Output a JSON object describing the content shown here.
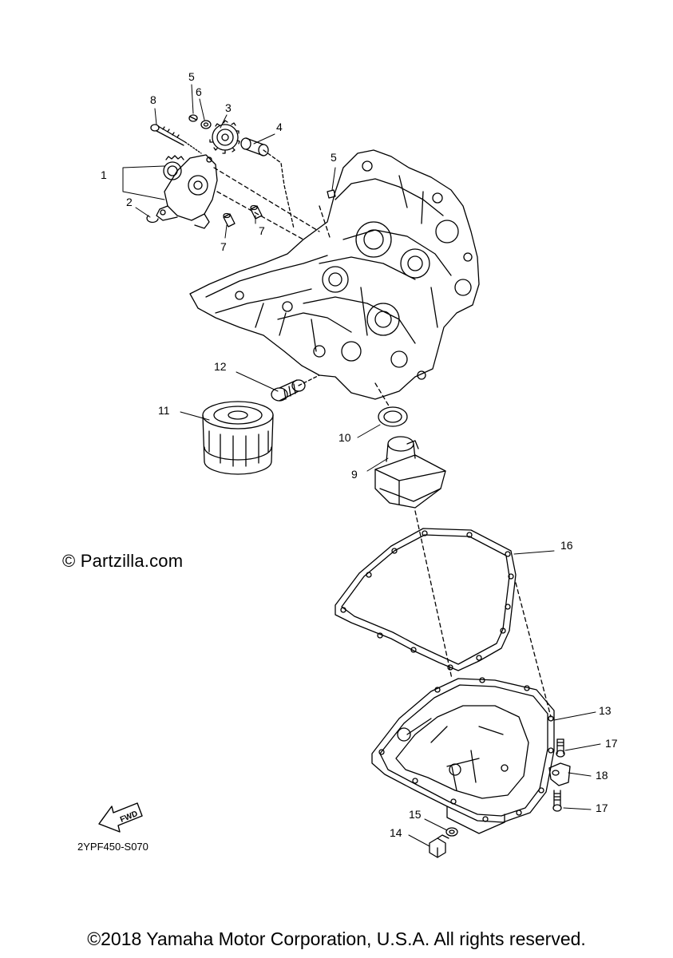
{
  "callouts": [
    {
      "id": "c1",
      "text": "1"
    },
    {
      "id": "c2",
      "text": "2"
    },
    {
      "id": "c3",
      "text": "3"
    },
    {
      "id": "c4",
      "text": "4"
    },
    {
      "id": "c5a",
      "text": "5"
    },
    {
      "id": "c5b",
      "text": "5"
    },
    {
      "id": "c6",
      "text": "6"
    },
    {
      "id": "c7a",
      "text": "7"
    },
    {
      "id": "c7b",
      "text": "7"
    },
    {
      "id": "c8",
      "text": "8"
    },
    {
      "id": "c9",
      "text": "9"
    },
    {
      "id": "c10",
      "text": "10"
    },
    {
      "id": "c11",
      "text": "11"
    },
    {
      "id": "c12",
      "text": "12"
    },
    {
      "id": "c13",
      "text": "13"
    },
    {
      "id": "c14",
      "text": "14"
    },
    {
      "id": "c15",
      "text": "15"
    },
    {
      "id": "c16",
      "text": "16"
    },
    {
      "id": "c17a",
      "text": "17"
    },
    {
      "id": "c17b",
      "text": "17"
    },
    {
      "id": "c18",
      "text": "18"
    }
  ],
  "watermark": "© Partzilla.com",
  "fwd_label": "FWD",
  "diagram_ref": "2YPF450-S070",
  "copyright": "©2018 Yamaha Motor Corporation, U.S.A. All rights reserved."
}
